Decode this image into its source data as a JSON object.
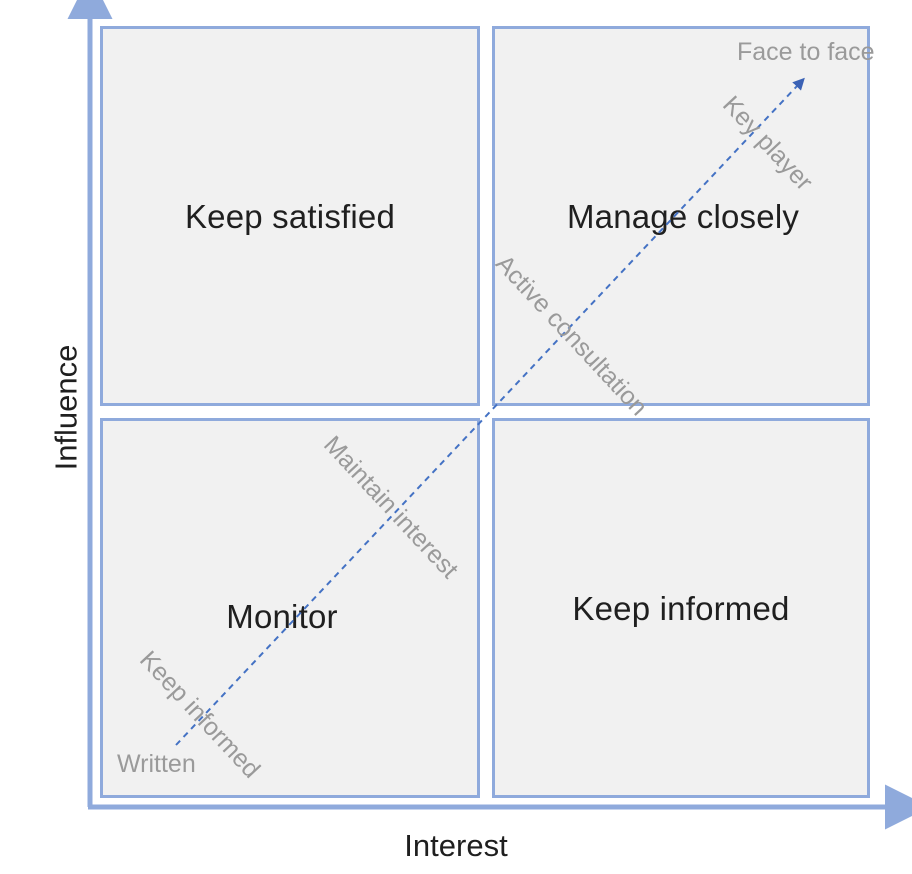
{
  "diagram": {
    "type": "stakeholder-power-interest-matrix",
    "axes": {
      "x_title": "Interest",
      "y_title": "Influence",
      "axis_color": "#8faadc"
    },
    "quadrants": [
      {
        "id": "keep-satisfied",
        "label": "Keep satisfied",
        "position": "top-left"
      },
      {
        "id": "manage-closely",
        "label": "Manage closely",
        "position": "top-right"
      },
      {
        "id": "monitor",
        "label": "Monitor",
        "position": "bottom-left"
      },
      {
        "id": "keep-informed",
        "label": "Keep informed",
        "position": "bottom-right"
      }
    ],
    "quadrant_style": {
      "fill": "#f1f1f1",
      "border": "#8faadc"
    },
    "continuum": {
      "arrow_color": "#4472c4",
      "label_color": "#9a9a9a",
      "start_label": "Written",
      "end_label": "Face to face",
      "steps": [
        "Keep informed",
        "Maintain interest",
        "Active consultation",
        "Key player"
      ]
    }
  }
}
